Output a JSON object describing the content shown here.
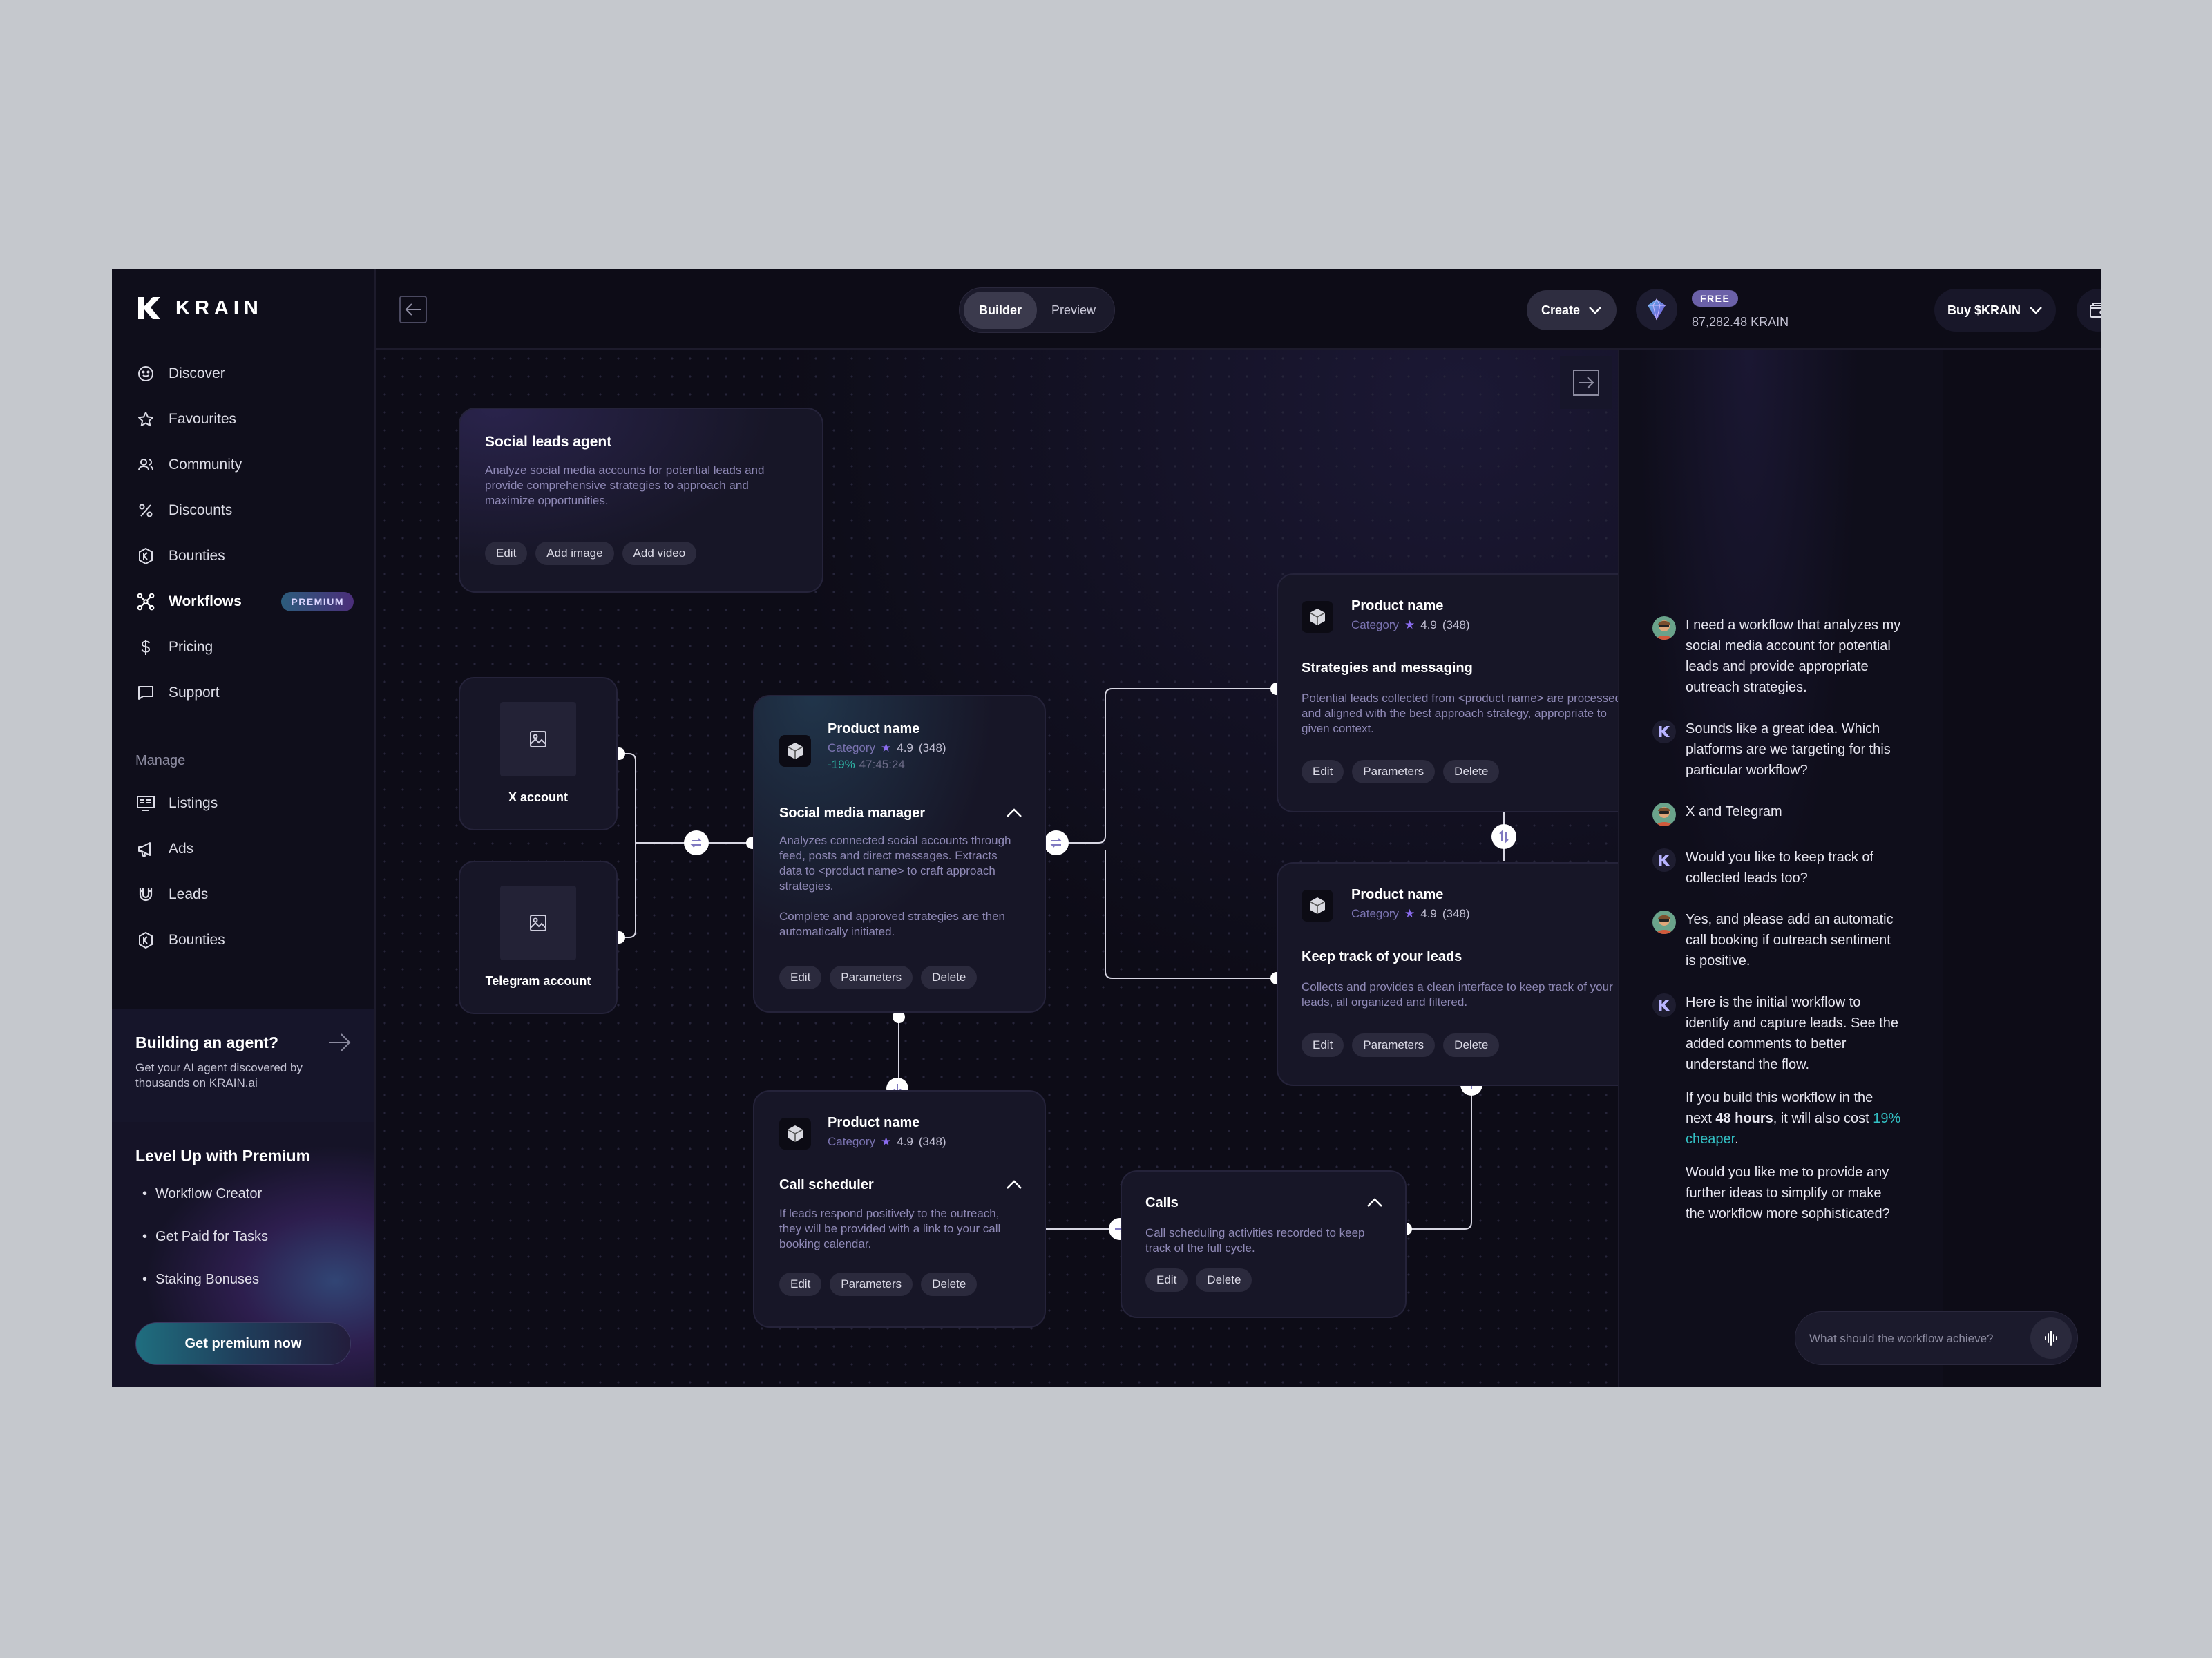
{
  "app": {
    "brand": "KRAIN"
  },
  "sidebar": {
    "items": [
      {
        "label": "Discover",
        "icon": "smile-icon"
      },
      {
        "label": "Favourites",
        "icon": "star-icon"
      },
      {
        "label": "Community",
        "icon": "users-icon"
      },
      {
        "label": "Discounts",
        "icon": "percent-icon"
      },
      {
        "label": "Bounties",
        "icon": "krain-badge-icon"
      },
      {
        "label": "Workflows",
        "icon": "workflow-icon",
        "badge": "PREMIUM",
        "active": true
      },
      {
        "label": "Pricing",
        "icon": "dollar-icon"
      },
      {
        "label": "Support",
        "icon": "chat-bubble-icon"
      }
    ],
    "manage_label": "Manage",
    "manage_items": [
      {
        "label": "Listings",
        "icon": "listings-icon"
      },
      {
        "label": "Ads",
        "icon": "megaphone-icon"
      },
      {
        "label": "Leads",
        "icon": "magnet-icon"
      },
      {
        "label": "Bounties",
        "icon": "krain-badge-icon"
      }
    ],
    "build": {
      "title": "Building an agent?",
      "subtitle": "Get your AI agent discovered by thousands on KRAIN.ai"
    },
    "premium": {
      "title": "Level Up with Premium",
      "features": [
        "Workflow Creator",
        "Get Paid for Tasks",
        "Staking Bonuses"
      ],
      "cta": "Get premium now"
    }
  },
  "header": {
    "tabs": [
      {
        "label": "Builder",
        "active": true
      },
      {
        "label": "Preview",
        "active": false
      }
    ],
    "create_label": "Create",
    "plan_badge": "FREE",
    "balance": "87,282.48 KRAIN",
    "buy_label": "Buy $KRAIN"
  },
  "workflow": {
    "agent": {
      "title": "Social leads agent",
      "description": "Analyze social media accounts for potential leads and provide comprehensive strategies to approach and maximize opportunities.",
      "actions": [
        "Edit",
        "Add image",
        "Add video"
      ]
    },
    "accounts": [
      {
        "label": "X account"
      },
      {
        "label": "Telegram account"
      }
    ],
    "nodes": {
      "social": {
        "product": "Product name",
        "category": "Category",
        "rating": "4.9",
        "reviews": "(348)",
        "delta": "-19%",
        "timer": "47:45:24",
        "title": "Social media manager",
        "description": "Analyzes connected social accounts through feed, posts and direct messages. Extracts data to <product name> to craft approach strategies.",
        "description2": "Complete and approved strategies are then automatically initiated.",
        "actions": [
          "Edit",
          "Parameters",
          "Delete"
        ]
      },
      "strategies": {
        "product": "Product name",
        "category": "Category",
        "rating": "4.9",
        "reviews": "(348)",
        "title": "Strategies and messaging",
        "description": "Potential leads collected from <product name> are processed and aligned with the best approach strategy, appropriate to given context.",
        "actions": [
          "Edit",
          "Parameters",
          "Delete"
        ]
      },
      "track": {
        "product": "Product name",
        "category": "Category",
        "rating": "4.9",
        "reviews": "(348)",
        "title": "Keep track of your leads",
        "description": "Collects and provides a clean interface to keep track of your leads, all organized and filtered.",
        "actions": [
          "Edit",
          "Parameters",
          "Delete"
        ]
      },
      "scheduler": {
        "product": "Product name",
        "category": "Category",
        "rating": "4.9",
        "reviews": "(348)",
        "title": "Call scheduler",
        "description": "If leads respond positively to the outreach, they will be provided with a link to your call booking calendar.",
        "actions": [
          "Edit",
          "Parameters",
          "Delete"
        ]
      },
      "calls": {
        "title": "Calls",
        "description": "Call scheduling activities recorded to keep track of the full cycle.",
        "actions": [
          "Edit",
          "Delete"
        ]
      }
    }
  },
  "chat": {
    "messages": [
      {
        "from": "user",
        "text": "I need a workflow that analyzes my social media account for potential leads and provide appropriate outreach strategies."
      },
      {
        "from": "bot",
        "text": "Sounds like a great idea. Which platforms are we targeting for this particular workflow?"
      },
      {
        "from": "user",
        "text": "X and Telegram"
      },
      {
        "from": "bot",
        "text": "Would you like to keep track of collected leads too?"
      },
      {
        "from": "user",
        "text": "Yes, and please add an automatic call booking if outreach sentiment is positive."
      },
      {
        "from": "bot",
        "text": "Here is the initial workflow to identify and capture leads. See the added comments to better understand the flow."
      }
    ],
    "offer": {
      "pre": "If you build this workflow in the next ",
      "bold": "48 hours",
      "mid": ", it will also cost ",
      "highlight": "19% cheaper",
      "post": "."
    },
    "followup": "Would you like me to provide any further ideas to simplify or make the workflow more sophisticated?",
    "input_placeholder": "What should the workflow achieve?"
  },
  "colors": {
    "accent_teal": "#2fb9a8",
    "accent_purple": "#8b6cf0",
    "background": "#0d0c17"
  }
}
